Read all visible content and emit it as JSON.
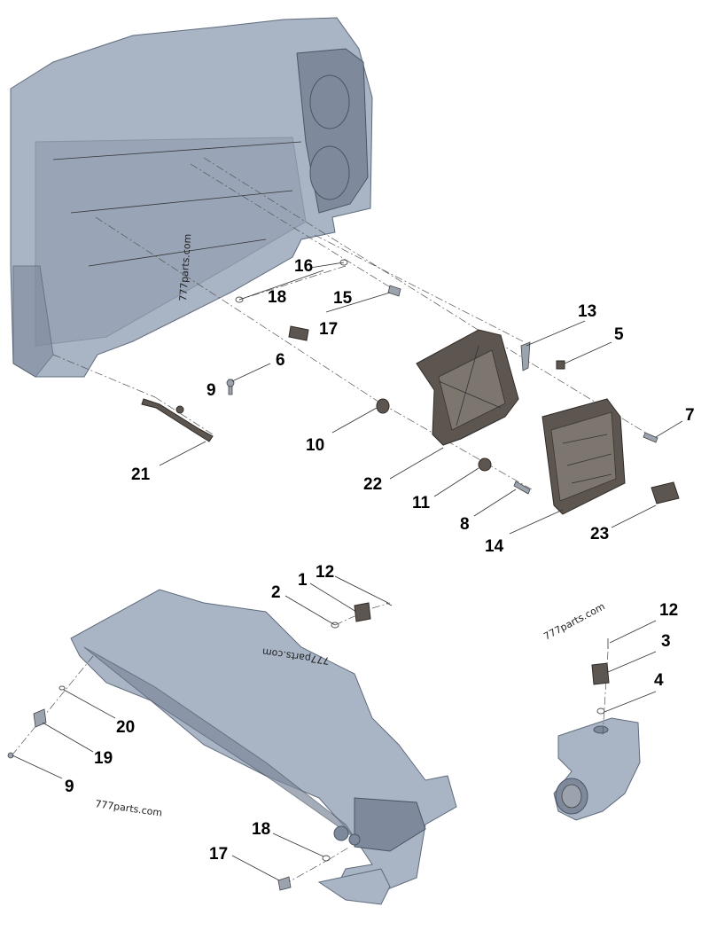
{
  "callouts": [
    {
      "id": "c16a",
      "text": "16"
    },
    {
      "id": "c18a",
      "text": "18"
    },
    {
      "id": "c15",
      "text": "15"
    },
    {
      "id": "c17a",
      "text": "17"
    },
    {
      "id": "c13",
      "text": "13"
    },
    {
      "id": "c5",
      "text": "5"
    },
    {
      "id": "c6",
      "text": "6"
    },
    {
      "id": "c9a",
      "text": "9"
    },
    {
      "id": "c10",
      "text": "10"
    },
    {
      "id": "c7",
      "text": "7"
    },
    {
      "id": "c21",
      "text": "21"
    },
    {
      "id": "c22",
      "text": "22"
    },
    {
      "id": "c11",
      "text": "11"
    },
    {
      "id": "c8",
      "text": "8"
    },
    {
      "id": "c14",
      "text": "14"
    },
    {
      "id": "c23",
      "text": "23"
    },
    {
      "id": "c1",
      "text": "1"
    },
    {
      "id": "c12a",
      "text": "12"
    },
    {
      "id": "c2",
      "text": "2"
    },
    {
      "id": "c12b",
      "text": "12"
    },
    {
      "id": "c3",
      "text": "3"
    },
    {
      "id": "c4",
      "text": "4"
    },
    {
      "id": "c20",
      "text": "20"
    },
    {
      "id": "c19",
      "text": "19"
    },
    {
      "id": "c9b",
      "text": "9"
    },
    {
      "id": "c18b",
      "text": "18"
    },
    {
      "id": "c17b",
      "text": "17"
    }
  ],
  "watermarks": [
    {
      "id": "w1",
      "text": "777parts.com"
    },
    {
      "id": "w2",
      "text": "777parts.com"
    },
    {
      "id": "w3",
      "text": "777parts.com"
    },
    {
      "id": "w4",
      "text": "777parts.com"
    }
  ],
  "colors": {
    "engine_block": "#a9b4c5",
    "dark_part": "#5d5650",
    "text": "#000000"
  }
}
